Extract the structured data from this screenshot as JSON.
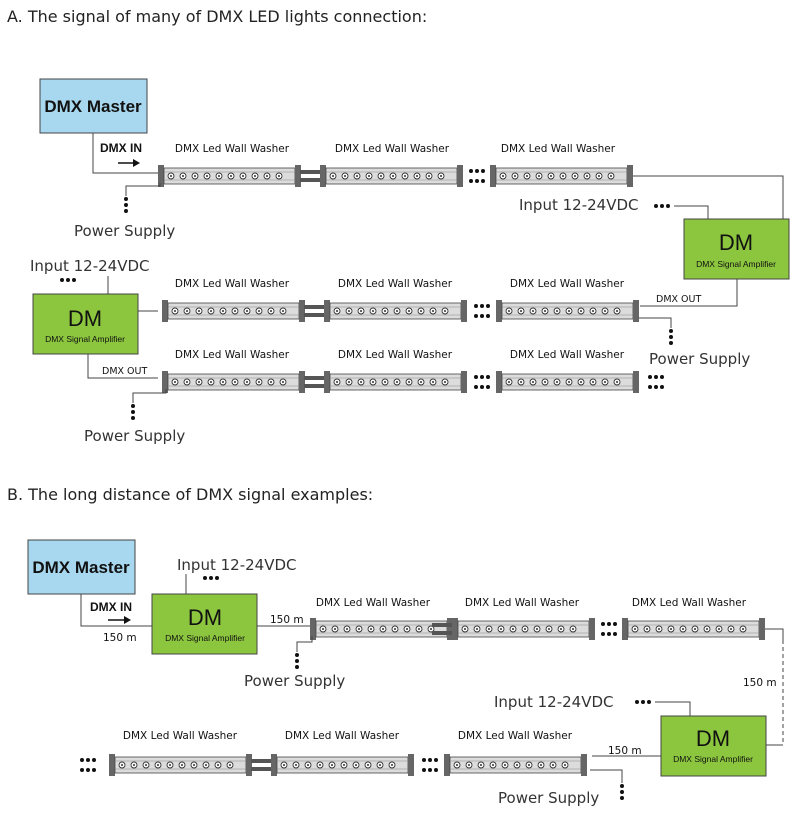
{
  "section_a": {
    "title": "A. The signal of many of DMX LED lights connection:",
    "dmx_master": "DMX Master",
    "dmx_in": "DMX IN",
    "power_supply": "Power Supply",
    "input_voltage": "Input 12-24VDC",
    "amp_title": "DM",
    "amp_subtitle": "DMX Signal Amplifier",
    "dmx_out": "DMX OUT",
    "washer_label": "DMX Led Wall Washer"
  },
  "section_b": {
    "title": "B. The long distance of DMX signal examples:",
    "dmx_master": "DMX Master",
    "dmx_in": "DMX IN",
    "distance": "150 m",
    "input_voltage": "Input 12-24VDC",
    "amp_title": "DM",
    "amp_subtitle": "DMX Signal Amplifier",
    "power_supply": "Power Supply",
    "washer_label": "DMX Led Wall Washer"
  },
  "colors": {
    "master_fill": "#a8d8f0",
    "amp_fill": "#8cc63f",
    "washer_body": "#dcdcdc",
    "washer_end": "#666666"
  }
}
